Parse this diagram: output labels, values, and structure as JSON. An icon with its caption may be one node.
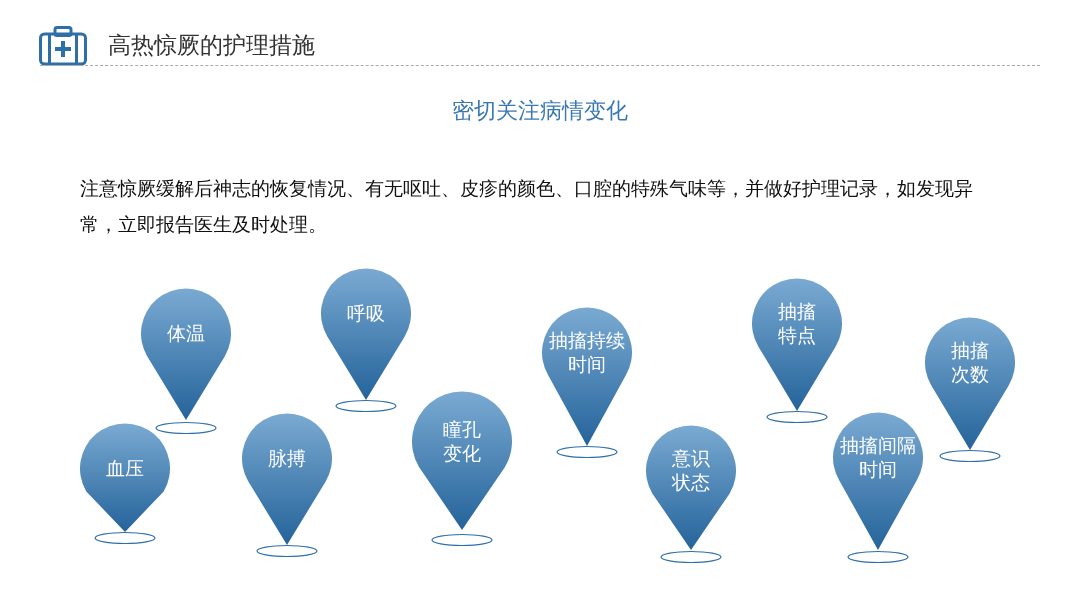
{
  "diagram": {
    "title": "高热惊厥的护理措施",
    "nodes": [
      {
        "text": [
          "血压"
        ]
      },
      {
        "text": [
          "体温"
        ]
      },
      {
        "text": [
          "脉搏"
        ]
      },
      {
        "text": [
          "呼吸"
        ]
      },
      {
        "text": [
          "瞳孔变化"
        ]
      },
      {
        "text": [
          "抽搐持续时间"
        ]
      },
      {
        "text": [
          "意识状态"
        ]
      },
      {
        "text": [
          "抽搐特点"
        ]
      },
      {
        "text": [
          "抽搐间隔时间"
        ]
      },
      {
        "text": [
          "抽搐次数"
        ]
      }
    ],
    "labels": [
      "密切关注病情变化",
      "注意惊厥缓解后神志的恢复情况、有无呕吐、皮疹的颜色、口腔的特殊气味等，并做好护理记录，如发现异常，立即报告医生及时处理。"
    ]
  }
}
